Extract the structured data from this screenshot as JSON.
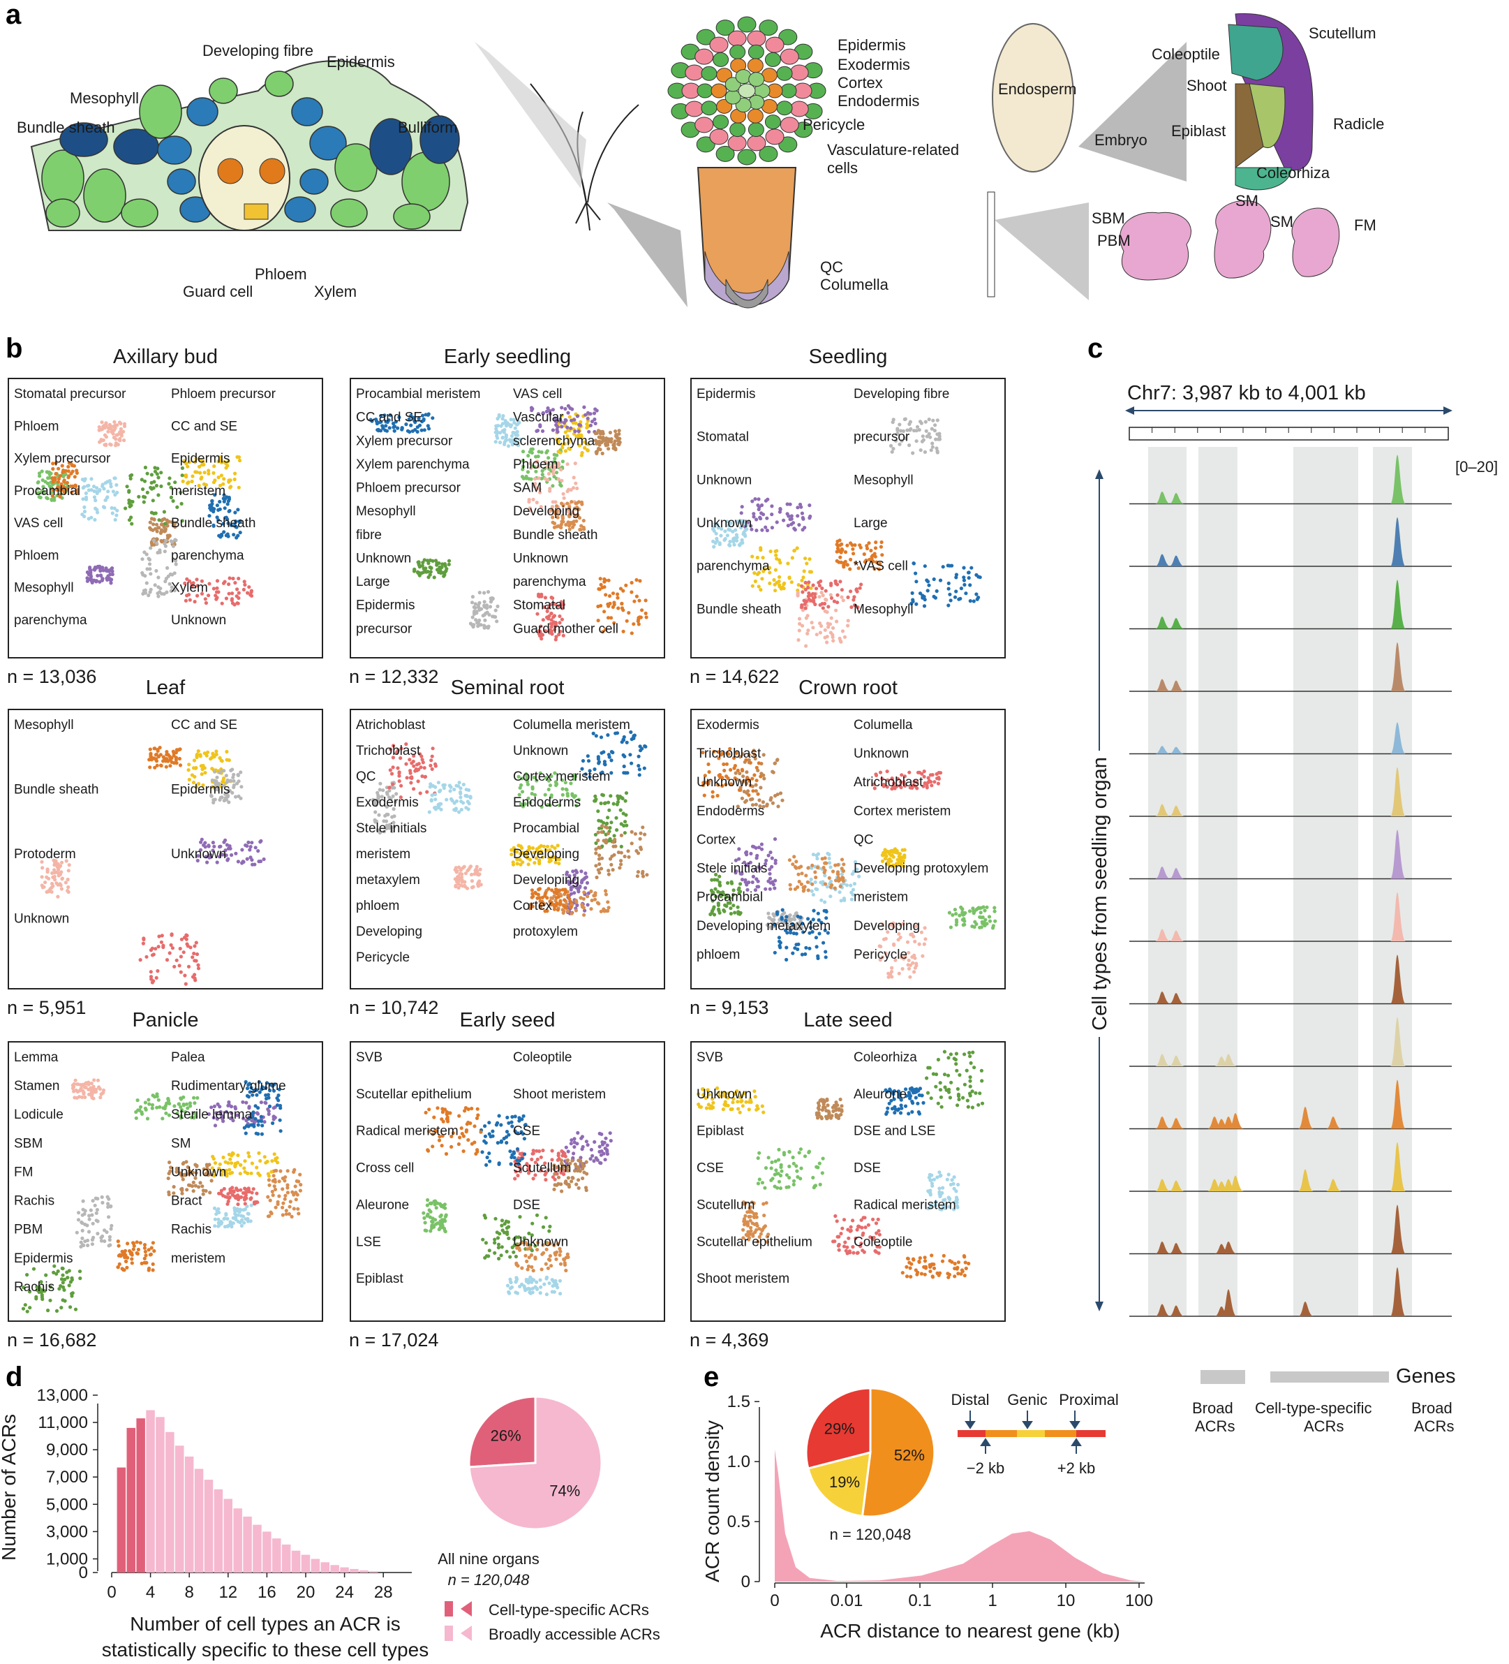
{
  "panel_letters": {
    "a": "a",
    "b": "b",
    "c": "c",
    "d": "d",
    "e": "e"
  },
  "panel_a": {
    "leaf_labels": {
      "developing_fibre": "Developing fibre",
      "epidermis": "Epidermis",
      "mesophyll": "Mesophyll",
      "bundle_sheath": "Bundle sheath",
      "bulliform": "Bulliform",
      "guard_cell": "Guard cell",
      "phloem": "Phloem",
      "xylem": "Xylem"
    },
    "root_labels": {
      "epidermis": "Epidermis",
      "exodermis": "Exodermis",
      "cortex": "Cortex",
      "endodermis": "Endodermis",
      "pericycle": "Pericycle",
      "vasc1": "Vasculature-related",
      "vasc2": "cells",
      "qc": "QC",
      "columella": "Columella"
    },
    "seed_labels": {
      "endosperm": "Endosperm",
      "embryo": "Embryo",
      "coleoptile": "Coleoptile",
      "scutellum": "Scutellum",
      "shoot": "Shoot",
      "radicle": "Radicle",
      "epiblast": "Epiblast",
      "coleorhiza": "Coleorhiza"
    },
    "panicle_labels": {
      "sbm": "SBM",
      "pbm": "PBM",
      "sm1": "SM",
      "sm2": "SM",
      "fm": "FM"
    }
  },
  "panel_b": {
    "organs": [
      {
        "title": "Axillary bud",
        "n": "n = 13,036",
        "labels": [
          "Stomatal precursor",
          "Phloem precursor",
          "Phloem",
          "CC and SE",
          "Xylem precursor",
          "Epidermis",
          "Procambial",
          "meristem",
          "VAS cell",
          "Bundle sheath",
          "Phloem",
          "parenchyma",
          "Mesophyll",
          "Xylem",
          "parenchyma",
          "Unknown"
        ]
      },
      {
        "title": "Early seedling",
        "n": "n = 12,332",
        "labels": [
          "Procambial meristem",
          "VAS cell",
          "CC and SE",
          "Vascular",
          "Xylem precursor",
          "sclerenchyma",
          "Xylem parenchyma",
          "Phloem",
          "Phloem precursor",
          "SAM",
          "Mesophyll",
          "Developing",
          "fibre",
          "Bundle sheath",
          "Unknown",
          "Unknown",
          "Large",
          "parenchyma",
          "Epidermis",
          "Stomatal",
          "precursor",
          "Guard mother cell"
        ]
      },
      {
        "title": "Seedling",
        "n": "n = 14,622",
        "labels": [
          "Epidermis",
          "Developing fibre",
          "Stomatal",
          "precursor",
          "Unknown",
          "Mesophyll",
          "Unknown",
          "Large",
          "parenchyma",
          "*VAS cell",
          "Bundle sheath",
          "Mesophyll"
        ]
      },
      {
        "title": "Leaf",
        "n": "n = 5,951",
        "labels": [
          "Mesophyll",
          "CC and SE",
          "Bundle sheath",
          "Epidermis",
          "Protoderm",
          "Unknown",
          "Unknown"
        ]
      },
      {
        "title": "Seminal root",
        "n": "n = 10,742",
        "labels": [
          "Atrichoblast",
          "Columella meristem",
          "Trichoblast",
          "Unknown",
          "QC",
          "Cortex meristem",
          "Exodermis",
          "Endoderms",
          "Stele initials",
          "Procambial",
          "meristem",
          "Developing",
          "metaxylem",
          "Developing",
          "phloem",
          "Cortex",
          "Developing",
          "protoxylem",
          "Pericycle"
        ]
      },
      {
        "title": "Crown root",
        "n": "n = 9,153",
        "labels": [
          "Exodermis",
          "Columella",
          "Trichoblast",
          "Unknown",
          "Unknown",
          "Atrichoblast",
          "Endoderms",
          "Cortex meristem",
          "Cortex",
          "QC",
          "Stele initials",
          "Developing protoxylem",
          "Procambial",
          "meristem",
          "Developing metaxylem",
          "Developing",
          "phloem",
          "Pericycle"
        ]
      },
      {
        "title": "Panicle",
        "n": "n = 16,682",
        "labels": [
          "Lemma",
          "Palea",
          "Stamen",
          "Rudimentary glume",
          "Lodicule",
          "Sterile lemma",
          "SBM",
          "SM",
          "FM",
          "Unknown",
          "Rachis",
          "Bract",
          "PBM",
          "Rachis",
          "Epidermis",
          "meristem",
          "Rachis"
        ]
      },
      {
        "title": "Early seed",
        "n": "n = 17,024",
        "labels": [
          "SVB",
          "Coleoptile",
          "Scutellar epithelium",
          "Shoot meristem",
          "Radical meristem",
          "CSE",
          "Cross cell",
          "Scutellum",
          "Aleurone",
          "DSE",
          "LSE",
          "Unknown",
          "Epiblast"
        ]
      },
      {
        "title": "Late seed",
        "n": "n = 4,369",
        "labels": [
          "SVB",
          "Coleorhiza",
          "Unknown",
          "Aleurone",
          "Epiblast",
          "DSE and LSE",
          "CSE",
          "DSE",
          "Scutellum",
          "Radical meristem",
          "Scutellar epithelium",
          "Coleoptile",
          "Shoot meristem"
        ]
      }
    ]
  },
  "panel_c": {
    "region": "Chr7: 3,987 kb to 4,001 kb",
    "scale": "[0–20]",
    "side_label": "Cell types from seedling organ",
    "genes_label": "Genes",
    "broad_left": [
      "Broad",
      "ACRs"
    ],
    "specific": [
      "Cell-type-specific",
      "ACRs"
    ],
    "broad_right": [
      "Broad",
      "ACRs"
    ],
    "track_colors": [
      "#79c267",
      "#4e7fb3",
      "#58b04a",
      "#b98a6a",
      "#8db8d8",
      "#e2c777",
      "#b79ad0",
      "#f3b9ae",
      "#a5623a",
      "#ddd2a7",
      "#e28a3a",
      "#e8c44a",
      "#a5623a",
      "#a5623a"
    ]
  },
  "chart_data": [
    {
      "type": "bar",
      "ylabel": "Number of ACRs",
      "xlabel": [
        "Number of cell types an ACR is",
        "statistically specific to these cell types"
      ],
      "xticks": [
        0,
        4,
        8,
        12,
        16,
        20,
        24,
        28
      ],
      "yticks": [
        "0",
        "1,000",
        "3,000",
        "5,000",
        "7,000",
        "9,000",
        "11,000",
        "13,000"
      ],
      "ytick_values": [
        0,
        1000,
        3000,
        5000,
        7000,
        9000,
        11000,
        13000
      ],
      "x": [
        1,
        2,
        3,
        4,
        5,
        6,
        7,
        8,
        9,
        10,
        11,
        12,
        13,
        14,
        15,
        16,
        17,
        18,
        19,
        20,
        21,
        22,
        23,
        24,
        25,
        26,
        27
      ],
      "values": [
        7700,
        10600,
        11300,
        11900,
        11400,
        10300,
        9300,
        8500,
        7600,
        6800,
        6100,
        5400,
        4700,
        4100,
        3500,
        3000,
        2500,
        2050,
        1600,
        1300,
        1000,
        750,
        550,
        380,
        260,
        160,
        90
      ],
      "series": [
        {
          "name": "Cell-type-specific ACRs",
          "color": "#e0607a",
          "x": [
            1,
            2,
            3
          ]
        },
        {
          "name": "Broadly accessible ACRs",
          "color": "#f5b8cf",
          "x_from": 4
        }
      ],
      "legend": [
        "Cell-type-specific ACRs",
        "Broadly accessible ACRs"
      ]
    },
    {
      "type": "pie",
      "slices": [
        {
          "label": "26%",
          "value": 26,
          "color": "#e0607a"
        },
        {
          "label": "74%",
          "value": 74,
          "color": "#f5b8cf"
        }
      ],
      "caption": "All nine organs",
      "n": "n = 120,048"
    },
    {
      "type": "area",
      "ylabel": "ACR count density",
      "xlabel": "ACR distance to nearest gene (kb)",
      "xticks": [
        "0",
        "0.01",
        "0.1",
        "1",
        "10",
        "100"
      ],
      "yticks": [
        "0",
        "0.5",
        "1.0",
        "1.5"
      ],
      "ylim": [
        0,
        1.6
      ],
      "color": "#f4a3b7"
    },
    {
      "type": "pie",
      "slices": [
        {
          "label": "52%",
          "value": 52,
          "color": "#f18f1d",
          "name": "Proximal"
        },
        {
          "label": "19%",
          "value": 19,
          "color": "#f7d13a",
          "name": "Genic"
        },
        {
          "label": "29%",
          "value": 29,
          "color": "#e63a33",
          "name": "Distal"
        }
      ],
      "n": "n = 120,048"
    }
  ],
  "panel_e_schematic": {
    "distal": "Distal",
    "genic": "Genic",
    "proximal": "Proximal",
    "minus": "−2 kb",
    "plus": "+2 kb"
  }
}
